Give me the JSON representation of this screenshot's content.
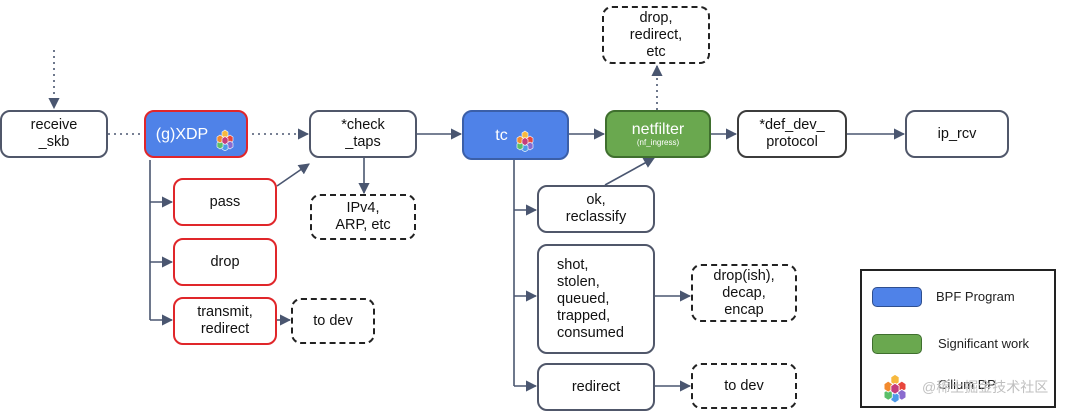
{
  "nodes": {
    "receive_skb": "receive\n_skb",
    "gxdp": "(g)XDP",
    "check_taps": "*check\n_taps",
    "tc": "tc",
    "netfilter": "netfilter",
    "netfilter_sub": "(nf_ingress)",
    "def_dev_protocol": "*def_dev_\nprotocol",
    "ip_rcv": "ip_rcv",
    "drop_redirect_etc": "drop,\nredirect,\netc",
    "pass": "pass",
    "drop": "drop",
    "transmit_redirect": "transmit,\nredirect",
    "to_dev_xdp": "to dev",
    "ipv4_arp": "IPv4,\nARP, etc",
    "ok_reclassify": "ok,\nreclassify",
    "shot_list": "shot,\nstolen,\nqueued,\ntrapped,\nconsumed",
    "drop_decap_encap": "drop(ish),\ndecap,\nencap",
    "redirect_tc": "redirect",
    "to_dev_tc": "to dev"
  },
  "legend": {
    "bpf_program": "BPF Program",
    "significant_work": "Significant work",
    "cilium_dp": "Cilium DP"
  },
  "watermark": "@稀土掘金技术社区",
  "colors": {
    "bpf_blue": "#4f82e8",
    "work_green": "#6aa84f",
    "border_red": "#e0262a",
    "arrow": "#4a5670"
  },
  "icons": {
    "cilium": "cilium-logo-icon"
  }
}
